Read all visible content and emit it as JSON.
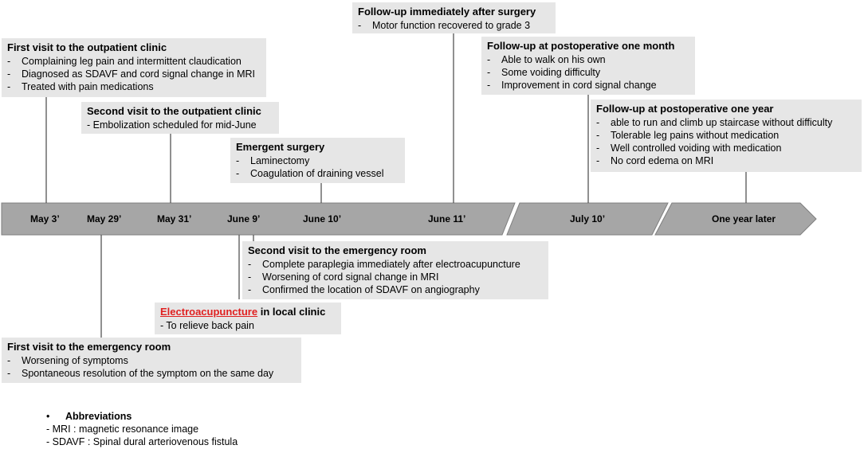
{
  "events": {
    "first_outpatient": {
      "title": "First visit to the outpatient clinic",
      "items": [
        "Complaining leg pain and intermittent claudication",
        "Diagnosed as SDAVF and cord signal change in MRI",
        "Treated with pain medications"
      ]
    },
    "second_outpatient": {
      "title": "Second visit to the outpatient clinic",
      "items": [
        "Embolization scheduled for mid-June"
      ]
    },
    "emergent_surgery": {
      "title": "Emergent surgery",
      "items": [
        "Laminectomy",
        "Coagulation of draining vessel"
      ]
    },
    "followup_immediate": {
      "title": "Follow-up immediately after surgery",
      "items": [
        "Motor function recovered to grade 3"
      ]
    },
    "followup_month": {
      "title": "Follow-up at postoperative one month",
      "items": [
        "Able to walk on his own",
        "Some voiding difficulty",
        "Improvement in cord signal change"
      ]
    },
    "followup_year": {
      "title": "Follow-up at postoperative one year",
      "items": [
        "able to run and climb up staircase without difficulty",
        "Tolerable leg pains without medication",
        "Well controlled voiding with medication",
        "No cord edema on MRI"
      ]
    },
    "second_er": {
      "title": "Second visit to the emergency room",
      "items": [
        "Complete paraplegia immediately after electroacupuncture",
        "Worsening of cord signal change in MRI",
        "Confirmed the location of SDAVF on angiography"
      ]
    },
    "electroacupuncture": {
      "title_highlight": "Electroacupuncture",
      "title_rest": " in local clinic",
      "items": [
        "To relieve back pain"
      ]
    },
    "first_er": {
      "title": "First visit to the emergency room",
      "items": [
        "Worsening of symptoms",
        "Spontaneous resolution of the symptom on the same day"
      ]
    }
  },
  "timeline": {
    "dates": [
      "May 3’",
      "May 29’",
      "May 31’",
      "June 9’",
      "June 10’",
      "June 11’",
      "July 10’",
      "One year later"
    ]
  },
  "abbreviations": {
    "heading": "Abbreviations",
    "items": [
      "- MRI : magnetic resonance image",
      "- SDAVF : Spinal dural arteriovenous fistula"
    ]
  },
  "colors": {
    "box": "#e6e6e6",
    "timeline": "#a6a6a6",
    "highlight": "#e02020"
  }
}
